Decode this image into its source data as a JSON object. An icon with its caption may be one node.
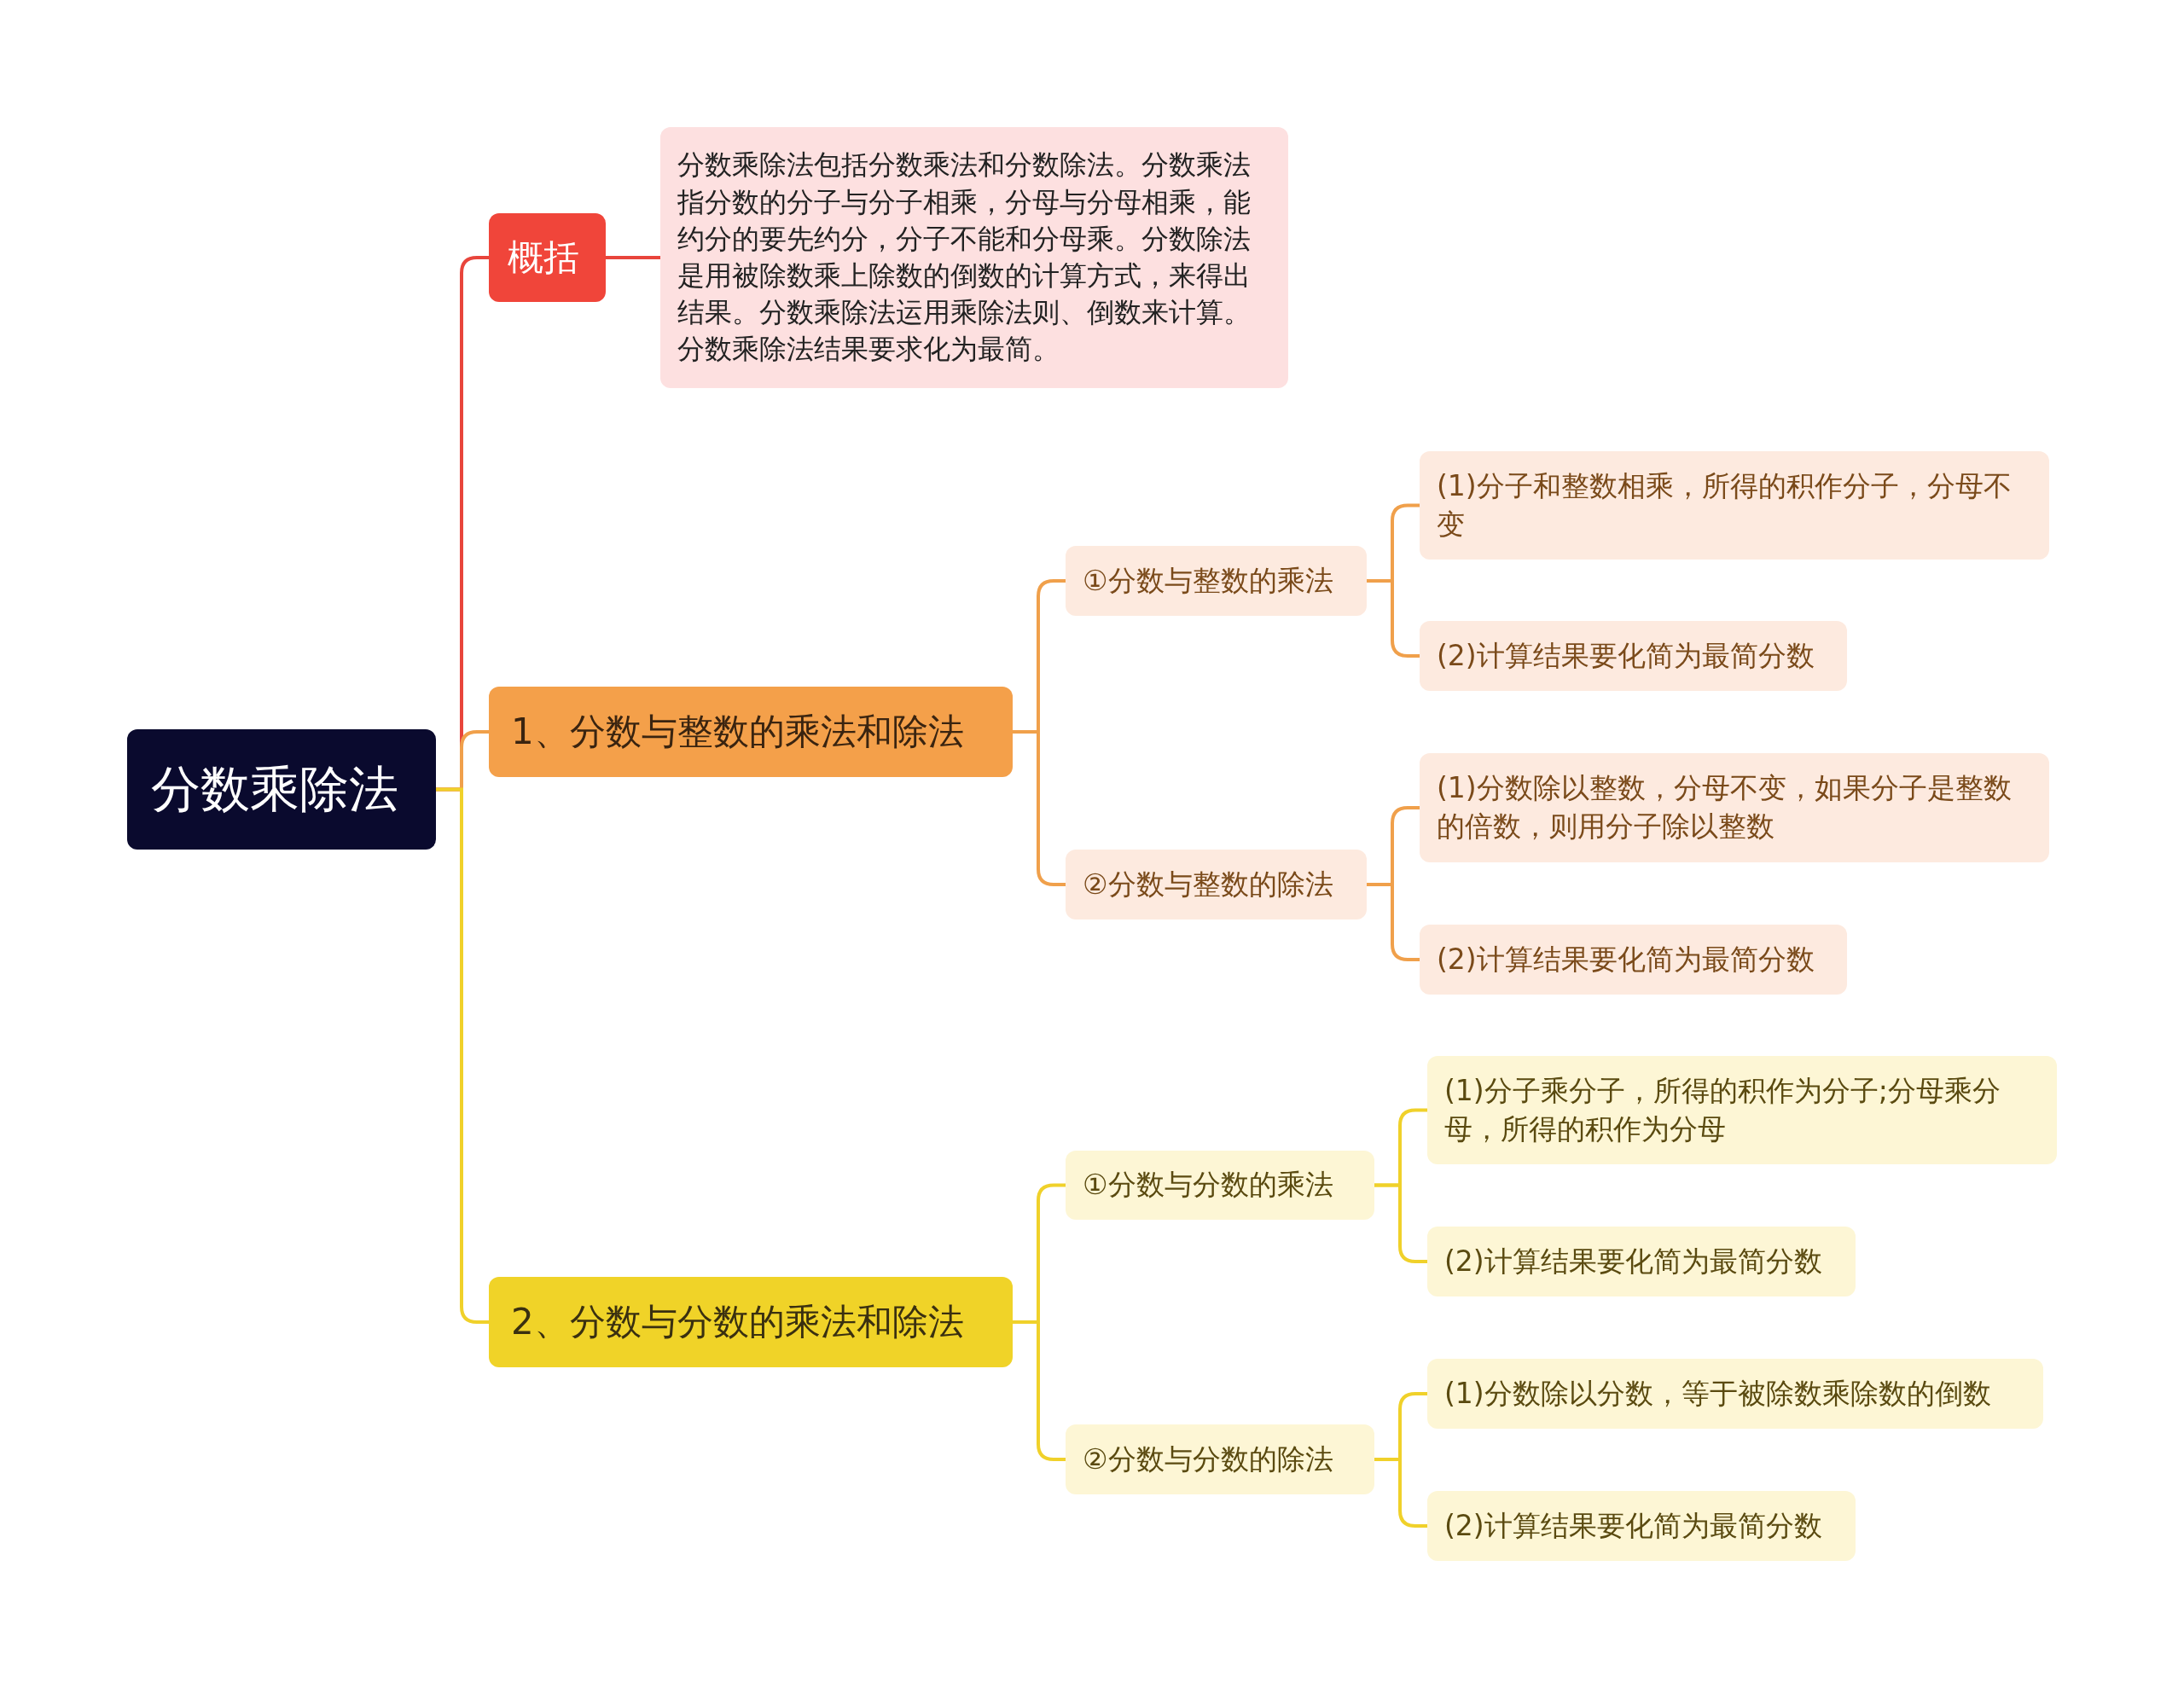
{
  "diagram": {
    "nodes": [
      {
        "text": [
          "分数乘除法"
        ]
      },
      {
        "text": [
          "概括"
        ]
      },
      {
        "text": [
          "分数乘除法包括分数乘法和分数除法。分数乘法指分数的分子与分子相乘，分母与分母相乘，能约分的要先约分，分子不能和分母乘。分数除法是用被除数乘上除数的倒数的计算方式，来得出结果。分数乘除法运用乘除法则、倒数来计算。分数乘除法结果要求化为最简。"
        ]
      },
      {
        "text": [
          "1、分数与整数的乘法和除法"
        ]
      },
      {
        "text": [
          "①分数与整数的乘法"
        ]
      },
      {
        "text": [
          "(1)分子和整数相乘，所得的积作分子，分母不变"
        ]
      },
      {
        "text": [
          "(2)计算结果要化简为最简分数"
        ]
      },
      {
        "text": [
          "②分数与整数的除法"
        ]
      },
      {
        "text": [
          "(1)分数除以整数，分母不变，如果分子是整数的倍数，则用分子除以整数"
        ]
      },
      {
        "text": [
          "(2)计算结果要化简为最简分数"
        ]
      },
      {
        "text": [
          "2、分数与分数的乘法和除法"
        ]
      },
      {
        "text": [
          "①分数与分数的乘法"
        ]
      },
      {
        "text": [
          "(1)分子乘分子，所得的积作为分子;分母乘分母，所得的积作为分母"
        ]
      },
      {
        "text": [
          "(2)计算结果要化简为最简分数"
        ]
      },
      {
        "text": [
          "②分数与分数的除法"
        ]
      },
      {
        "text": [
          "(1)分数除以分数，等于被除数乘除数的倒数"
        ]
      },
      {
        "text": [
          "(2)计算结果要化简为最简分数"
        ]
      }
    ],
    "edges": [
      {
        "from": 0,
        "to": 1,
        "arrow": "none",
        "color": "#e8453c"
      },
      {
        "from": 1,
        "to": 2,
        "arrow": "none",
        "color": "#e8453c"
      },
      {
        "from": 0,
        "to": 3,
        "arrow": "none",
        "color": "#f0a04b"
      },
      {
        "from": 3,
        "to": 4,
        "arrow": "none",
        "color": "#f0a04b"
      },
      {
        "from": 4,
        "to": 5,
        "arrow": "none",
        "color": "#f0a04b"
      },
      {
        "from": 4,
        "to": 6,
        "arrow": "none",
        "color": "#f0a04b"
      },
      {
        "from": 3,
        "to": 7,
        "arrow": "none",
        "color": "#f0a04b"
      },
      {
        "from": 7,
        "to": 8,
        "arrow": "none",
        "color": "#f0a04b"
      },
      {
        "from": 7,
        "to": 9,
        "arrow": "none",
        "color": "#f0a04b"
      },
      {
        "from": 0,
        "to": 10,
        "arrow": "none",
        "color": "#f0d12a"
      },
      {
        "from": 10,
        "to": 11,
        "arrow": "none",
        "color": "#f0d12a"
      },
      {
        "from": 11,
        "to": 12,
        "arrow": "none",
        "color": "#f0d12a"
      },
      {
        "from": 11,
        "to": 13,
        "arrow": "none",
        "color": "#f0d12a"
      },
      {
        "from": 10,
        "to": 14,
        "arrow": "none",
        "color": "#f0d12a"
      },
      {
        "from": 14,
        "to": 15,
        "arrow": "none",
        "color": "#f0d12a"
      },
      {
        "from": 14,
        "to": 16,
        "arrow": "none",
        "color": "#f0d12a"
      }
    ]
  }
}
